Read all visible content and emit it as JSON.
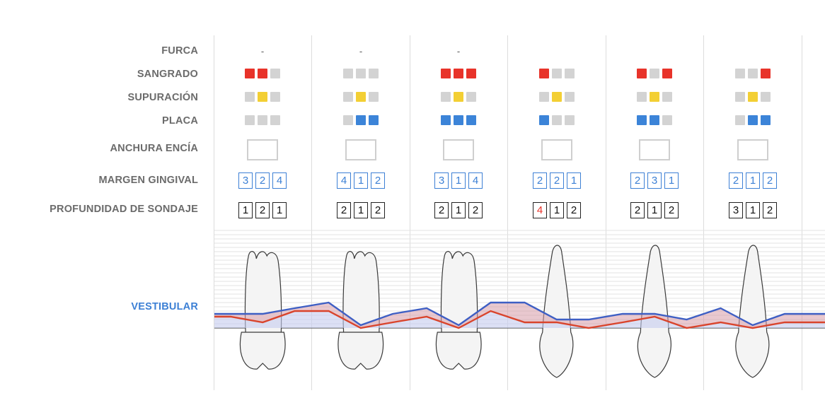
{
  "labels": {
    "furca": "FURCA",
    "sangrado": "SANGRADO",
    "supuracion": "SUPURACIÓN",
    "placa": "PLACA",
    "anchura": "ANCHURA ENCÍA",
    "margen": "MARGEN GINGIVAL",
    "profundidad": "PROFUNDIDAD DE SONDAJE",
    "vestibular": "VESTIBULAR"
  },
  "colors": {
    "bleeding": "#e8332a",
    "suppuration": "#f3cf34",
    "plaque": "#3c84d8",
    "inactive": "#d3d3d3",
    "gingival_margin": "#3d80d5",
    "probing_depth_line": "#d9442c"
  },
  "teeth": [
    {
      "furca": "-",
      "sangrado": [
        1,
        1,
        0
      ],
      "supuracion": [
        0,
        1,
        0
      ],
      "placa": [
        0,
        0,
        0
      ],
      "anchura": "",
      "margen": [
        "3",
        "2",
        "4"
      ],
      "profundidad": [
        "1",
        "2",
        "1"
      ],
      "profundidad_alert": [
        false,
        false,
        false
      ],
      "shape": "molar"
    },
    {
      "furca": "-",
      "sangrado": [
        0,
        0,
        0
      ],
      "supuracion": [
        0,
        1,
        0
      ],
      "placa": [
        0,
        1,
        1
      ],
      "anchura": "",
      "margen": [
        "4",
        "1",
        "2"
      ],
      "profundidad": [
        "2",
        "1",
        "2"
      ],
      "profundidad_alert": [
        false,
        false,
        false
      ],
      "shape": "molar"
    },
    {
      "furca": "-",
      "sangrado": [
        1,
        1,
        1
      ],
      "supuracion": [
        0,
        1,
        0
      ],
      "placa": [
        1,
        1,
        1
      ],
      "anchura": "",
      "margen": [
        "3",
        "1",
        "4"
      ],
      "profundidad": [
        "2",
        "1",
        "2"
      ],
      "profundidad_alert": [
        false,
        false,
        false
      ],
      "shape": "molar"
    },
    {
      "furca": "",
      "sangrado": [
        1,
        0,
        0
      ],
      "supuracion": [
        0,
        1,
        0
      ],
      "placa": [
        1,
        0,
        0
      ],
      "anchura": "",
      "margen": [
        "2",
        "2",
        "1"
      ],
      "profundidad": [
        "4",
        "1",
        "2"
      ],
      "profundidad_alert": [
        true,
        false,
        false
      ],
      "shape": "single"
    },
    {
      "furca": "",
      "sangrado": [
        1,
        0,
        1
      ],
      "supuracion": [
        0,
        1,
        0
      ],
      "placa": [
        1,
        1,
        0
      ],
      "anchura": "",
      "margen": [
        "2",
        "3",
        "1"
      ],
      "profundidad": [
        "2",
        "1",
        "2"
      ],
      "profundidad_alert": [
        false,
        false,
        false
      ],
      "shape": "single"
    },
    {
      "furca": "",
      "sangrado": [
        0,
        0,
        1
      ],
      "supuracion": [
        0,
        1,
        0
      ],
      "placa": [
        0,
        1,
        1
      ],
      "anchura": "",
      "margen": [
        "2",
        "1",
        "2"
      ],
      "profundidad": [
        "3",
        "1",
        "2"
      ],
      "profundidad_alert": [
        false,
        false,
        false
      ],
      "shape": "single"
    }
  ]
}
